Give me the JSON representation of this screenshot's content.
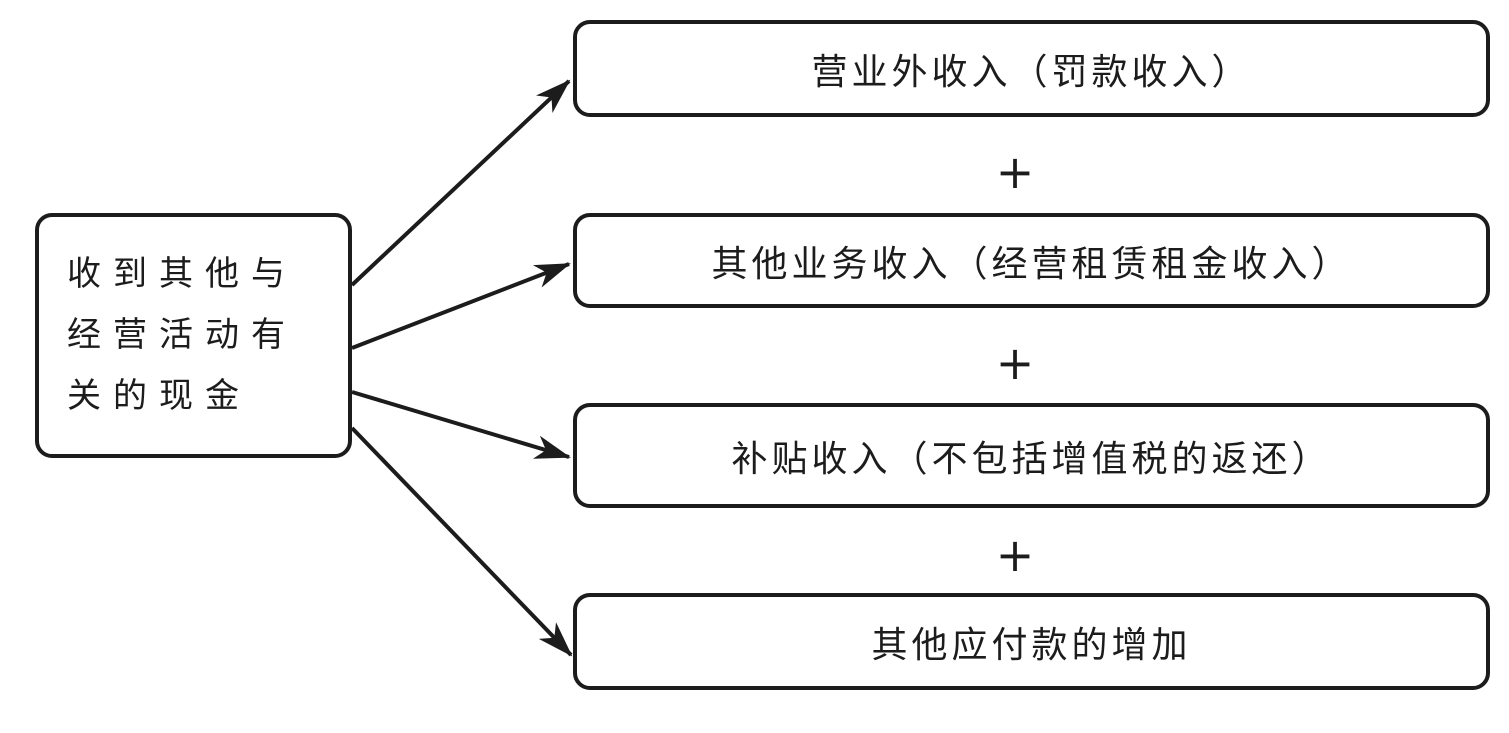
{
  "diagram": {
    "source": {
      "label": "收到其他与经营活动有关的现金",
      "lines": [
        "收到其他与",
        "经营活动有",
        "关的现金"
      ]
    },
    "targets": [
      {
        "label": "营业外收入（罚款收入）"
      },
      {
        "label": "其他业务收入（经营租赁租金收入）"
      },
      {
        "label": "补贴收入（不包括增值税的返还）"
      },
      {
        "label": "其他应付款的增加"
      }
    ],
    "operator": "+",
    "colors": {
      "line": "#1c1c1c",
      "background": "#ffffff"
    }
  }
}
